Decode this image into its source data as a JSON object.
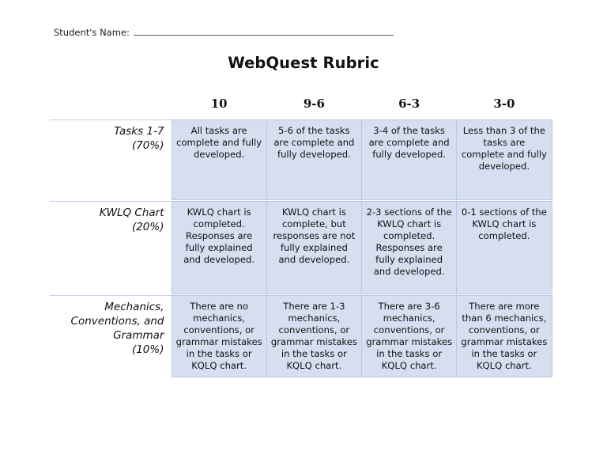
{
  "document": {
    "title": "WebQuest Rubric",
    "student_name_label": "Student's Name:",
    "student_name_value": ""
  },
  "rubric": {
    "corner_header": "",
    "score_headers": [
      "10",
      "9-6",
      "6-3",
      "3-0"
    ],
    "rows": [
      {
        "criterion": "Tasks 1-7",
        "weight": "(70%)",
        "cells": [
          "All tasks are complete and fully developed.",
          "5-6 of the tasks are complete and fully developed.",
          "3-4 of the tasks are complete and fully developed.",
          "Less than 3 of the tasks are complete and fully developed."
        ]
      },
      {
        "criterion": "KWLQ Chart",
        "weight": "(20%)",
        "cells": [
          "KWLQ chart is completed. Responses are fully explained and developed.",
          "KWLQ chart is complete, but responses are not fully explained and developed.",
          "2-3 sections of the KWLQ chart is completed. Responses are fully explained and developed.",
          "0-1 sections of the KWLQ chart is completed."
        ]
      },
      {
        "criterion": "Mechanics, Conventions, and Grammar",
        "weight": "(10%)",
        "cells": [
          "There are no mechanics, conventions, or grammar mistakes in the tasks or KQLQ chart.",
          "There are 1-3 mechanics, conventions, or grammar mistakes in the tasks or KQLQ chart.",
          "There are 3-6 mechanics, conventions, or grammar mistakes in the tasks or KQLQ chart.",
          "There are more than 6 mechanics, conventions, or grammar mistakes in the tasks or KQLQ chart."
        ]
      }
    ]
  },
  "colors": {
    "cell_fill": "#d6dff0",
    "cell_border": "#b9c7e0",
    "rule": "#c3d0e8",
    "text": "#111111",
    "name_line": "#55595d"
  }
}
